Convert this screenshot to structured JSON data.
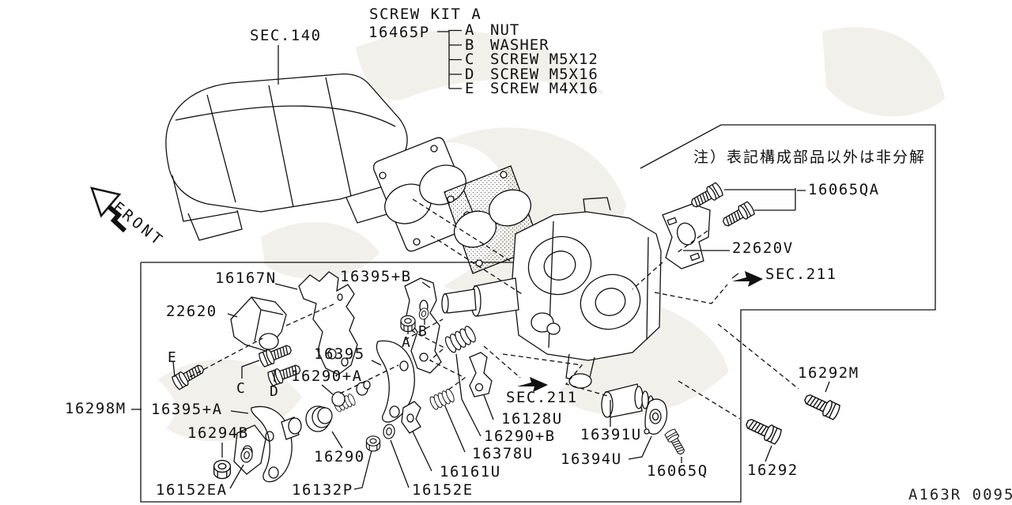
{
  "colors": {
    "background": "#ffffff",
    "line": "#111111",
    "watermark": "#f2f0ea"
  },
  "drawing_code": "A163R 0095",
  "front_arrow": {
    "label": "FRONT"
  },
  "sections": {
    "sec140": "SEC.140",
    "sec211_upper": "SEC.211",
    "sec211_lower": "SEC.211"
  },
  "note": {
    "text_jp": "注）表記構成部品以外は非分解"
  },
  "screw_kit": {
    "title": "SCREW KIT A",
    "part_no": "16465P",
    "items": [
      {
        "key": "A",
        "name": "NUT"
      },
      {
        "key": "B",
        "name": "WASHER"
      },
      {
        "key": "C",
        "name": "SCREW M5X12"
      },
      {
        "key": "D",
        "name": "SCREW M5X16"
      },
      {
        "key": "E",
        "name": "SCREW M4X16"
      }
    ]
  },
  "callouts": {
    "A": "A",
    "B": "B",
    "C": "C",
    "D": "D",
    "E": "E"
  },
  "part_labels": {
    "p16065qa": "16065QA",
    "p22620v": "22620V",
    "p16167n": "16167N",
    "p16395b": "16395+B",
    "p22620": "22620",
    "p16395": "16395",
    "p16290a": "16290+A",
    "p16298m": "16298M",
    "p16395a": "16395+A",
    "p16294b": "16294B",
    "p16290": "16290",
    "p16152ea": "16152EA",
    "p16132p": "16132P",
    "p16152e": "16152E",
    "p16161u": "16161U",
    "p16378u": "16378U",
    "p16290b": "16290+B",
    "p16128u": "16128U",
    "p16391u": "16391U",
    "p16394u": "16394U",
    "p16065q": "16065Q",
    "p16292": "16292",
    "p16292m": "16292M"
  }
}
